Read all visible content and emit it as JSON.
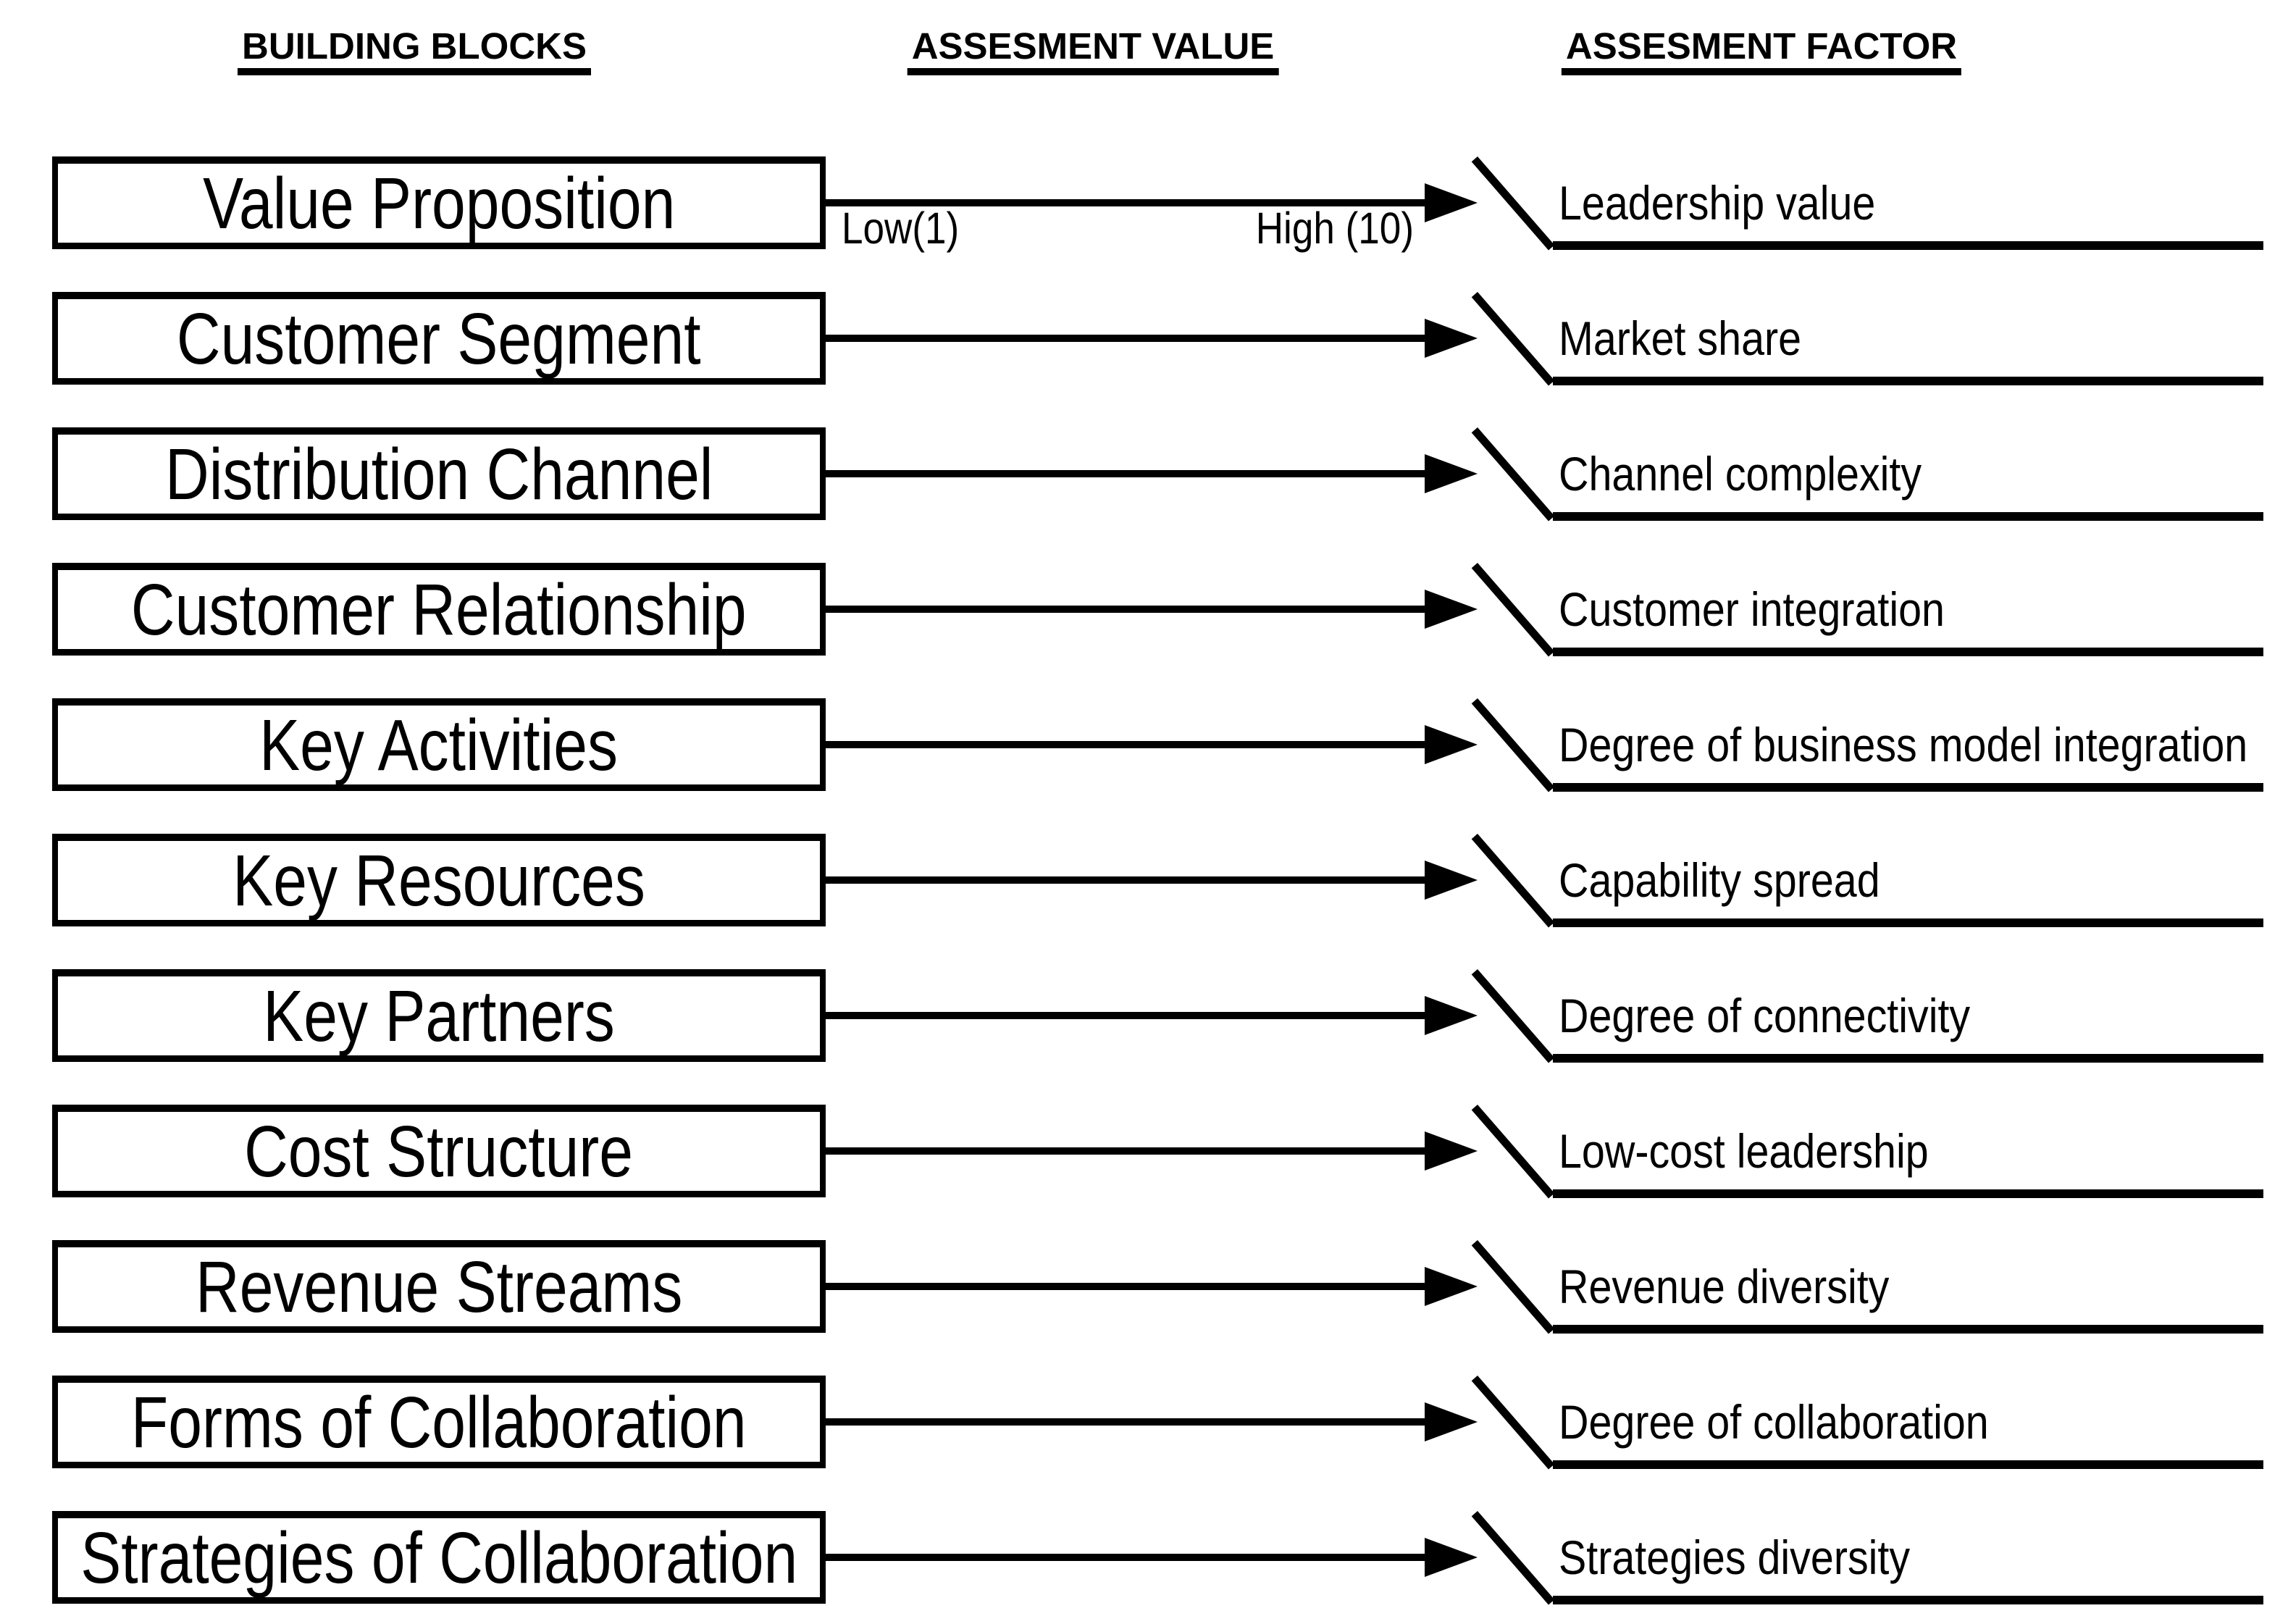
{
  "colors": {
    "ink": "#000000",
    "background": "#ffffff"
  },
  "headers": {
    "building_blocks": "BUILDING BLOCKS",
    "assesment_value": "ASSESMENT VALUE",
    "assesment_factor": "ASSESMENT FACTOR"
  },
  "scale": {
    "low": "Low(1)",
    "high": "High (10)"
  },
  "rows": [
    {
      "block": "Value Proposition",
      "factor": "Leadership value"
    },
    {
      "block": "Customer Segment",
      "factor": "Market share"
    },
    {
      "block": "Distribution Channel",
      "factor": "Channel complexity"
    },
    {
      "block": "Customer Relationship",
      "factor": "Customer integration"
    },
    {
      "block": "Key Activities",
      "factor": "Degree of business model integration"
    },
    {
      "block": "Key Resources",
      "factor": "Capability spread"
    },
    {
      "block": "Key Partners",
      "factor": "Degree of connectivity"
    },
    {
      "block": "Cost Structure",
      "factor": "Low-cost leadership"
    },
    {
      "block": "Revenue Streams",
      "factor": "Revenue diversity"
    },
    {
      "block": "Forms of Collaboration",
      "factor": "Degree of collaboration"
    },
    {
      "block": "Strategies of Collaboration",
      "factor": "Strategies diversity"
    }
  ]
}
